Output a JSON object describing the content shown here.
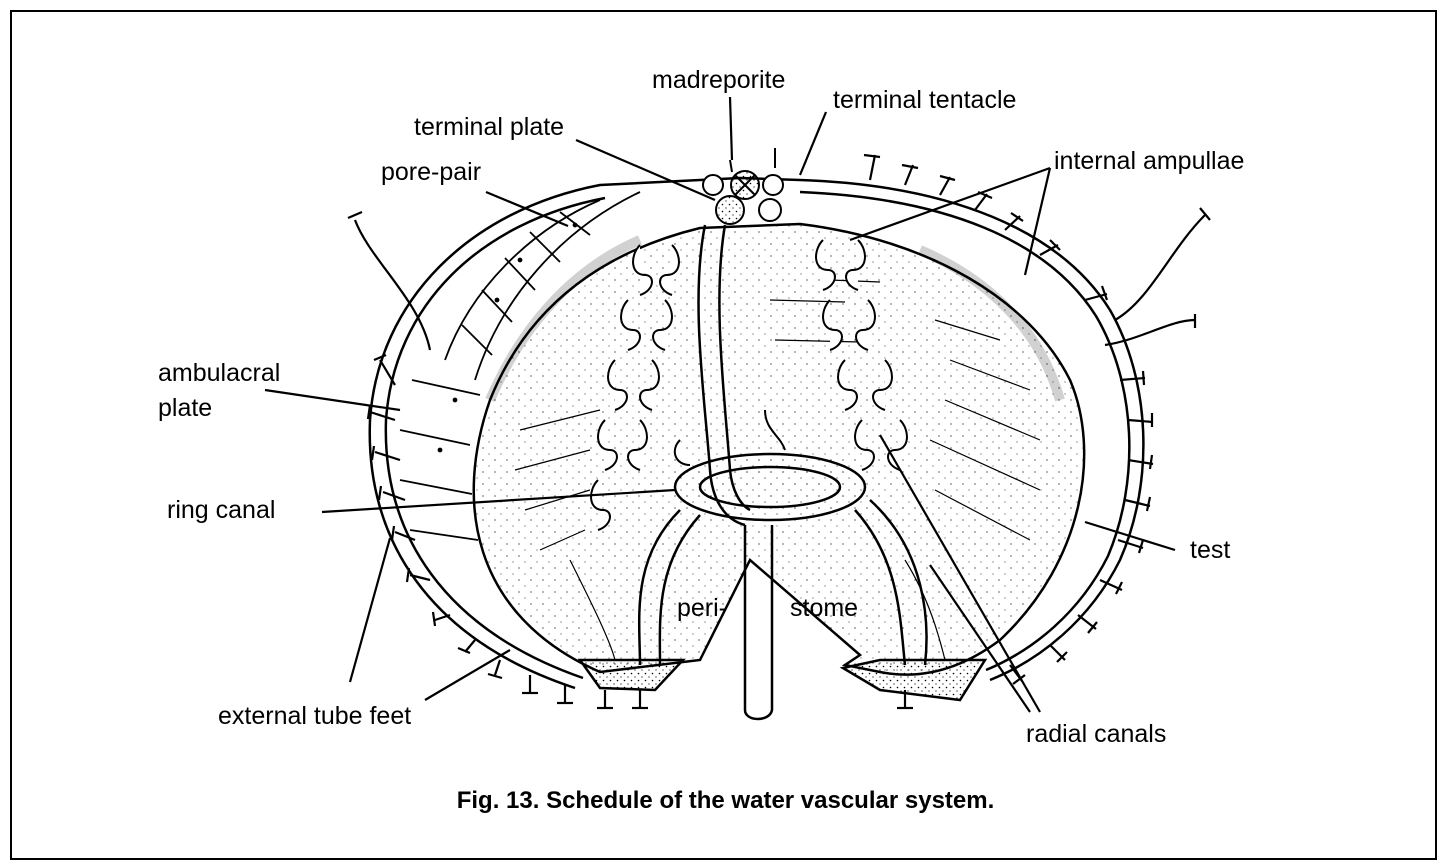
{
  "labels": {
    "madreporite": "madreporite",
    "terminal_tentacle": "terminal tentacle",
    "terminal_plate": "terminal plate",
    "pore_pair": "pore-pair",
    "internal_ampullae": "internal ampullae",
    "ambulacral_plate_line1": "ambulacral",
    "ambulacral_plate_line2": "plate",
    "ring_canal": "ring canal",
    "peri": "peri-",
    "stome": "stome",
    "test": "test",
    "external_tube_feet": "external tube feet",
    "radial_canals": "radial canals"
  },
  "caption": "Fig. 13.  Schedule of the water vascular system."
}
